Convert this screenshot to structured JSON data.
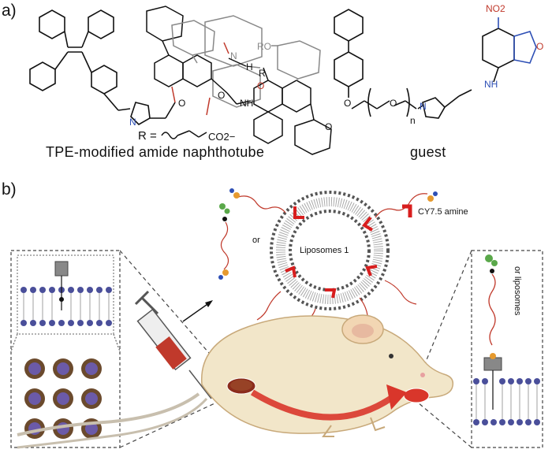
{
  "panel_a": {
    "label": "a)",
    "host_caption": "TPE-modified amide naphthotube",
    "guest_caption": "guest",
    "r_group": "R =",
    "co2_label": "CO2−",
    "atoms": {
      "O": "O",
      "N": "N",
      "NH": "NH",
      "H": "H",
      "RO": "RO",
      "R": "R",
      "NO2": "NO2",
      "n": "n"
    }
  },
  "panel_b": {
    "label": "b)",
    "or_left": "or",
    "liposome_label": "Liposomes 1",
    "cy75_label": "CY7.5 amine",
    "or_liposomes": "or liposomes"
  },
  "colors": {
    "black": "#111111",
    "red_lipid": "#c0392b",
    "cy75_red": "#d81e1e",
    "head_gray": "#6b6b6b",
    "head_blue": "#4a4f9a",
    "orange": "#e69a2e",
    "green": "#5aa84a",
    "mouse_body": "#f2e6c9",
    "arrow_red": "#d9362b",
    "cell_brown": "#6b4a2d",
    "cell_purple": "#6b5aa8",
    "nbd_red": "#c0392b",
    "nbd_blue": "#2d4fb5"
  }
}
